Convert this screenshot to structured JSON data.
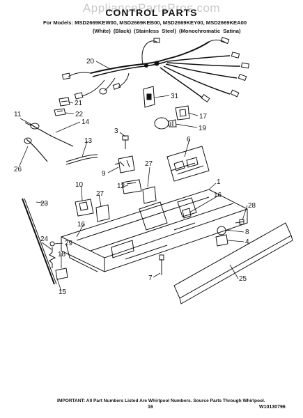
{
  "watermark": "AppliancePartsPros.com",
  "header": {
    "title": "CONTROL PARTS",
    "models_line": "For Models: MSD2669KEW00, MSD2669KEB00, MSD2669KEY00, MSD2669KEA00",
    "colors_line": "(White)     (Black)   (Stainless Steel)  (Monochromatic Satina)"
  },
  "callouts": [
    "20",
    "31",
    "21",
    "22",
    "17",
    "11",
    "14",
    "19",
    "3",
    "13",
    "6",
    "27",
    "9",
    "26",
    "1",
    "10",
    "12",
    "16",
    "27",
    "23",
    "28",
    "16",
    "8",
    "29",
    "24",
    "4",
    "18",
    "7",
    "25",
    "15"
  ],
  "footer": {
    "note": "IMPORTANT: All Part Numbers Listed Are Whirlpool Numbers. Source Parts Through Whirlpool.",
    "page": "16",
    "doc_number": "W10130796"
  }
}
